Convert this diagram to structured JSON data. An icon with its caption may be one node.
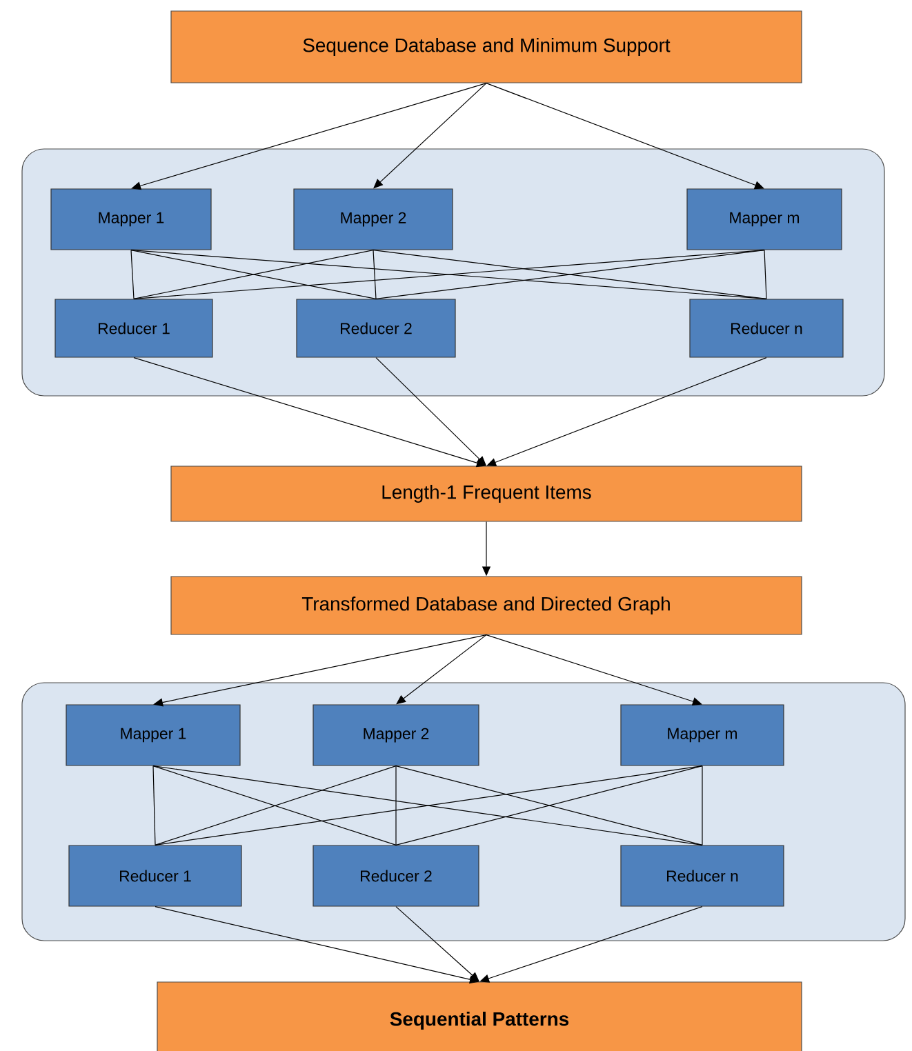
{
  "diagram": {
    "nodes": [
      {
        "text": [
          "Sequence Database and Minimum Support"
        ]
      },
      {
        "text": [],
        "shape": "box"
      },
      {
        "text": [
          "Mapper 1"
        ],
        "in": 1
      },
      {
        "text": [
          "Mapper 2"
        ],
        "in": 1
      },
      {
        "text": [
          "Mapper m"
        ],
        "in": 1
      },
      {
        "text": [
          "Reducer 1"
        ],
        "in": 1
      },
      {
        "text": [
          "Reducer 2"
        ],
        "in": 1
      },
      {
        "text": [
          "Reducer n"
        ],
        "in": 1
      },
      {
        "text": [
          "Length-1 Frequent Items"
        ]
      },
      {
        "text": [
          "Transformed Database and Directed Graph"
        ]
      },
      {
        "text": [],
        "shape": "box"
      },
      {
        "text": [
          "Mapper 1"
        ],
        "in": 10
      },
      {
        "text": [
          "Mapper 2"
        ],
        "in": 10
      },
      {
        "text": [
          "Mapper m"
        ],
        "in": 10
      },
      {
        "text": [
          "Reducer 1"
        ],
        "in": 10
      },
      {
        "text": [
          "Reducer 2"
        ],
        "in": 10
      },
      {
        "text": [
          "Reducer n"
        ],
        "in": 10
      },
      {
        "text": [
          "Sequential Patterns"
        ]
      }
    ],
    "edges": [
      {
        "from": 0,
        "to": 2,
        "arrow": "to"
      },
      {
        "from": 0,
        "to": 3,
        "arrow": "to"
      },
      {
        "from": 0,
        "to": 4,
        "arrow": "to"
      },
      {
        "from": 2,
        "to": 5,
        "arrow": "none"
      },
      {
        "from": 2,
        "to": 6,
        "arrow": "none"
      },
      {
        "from": 2,
        "to": 7,
        "arrow": "none"
      },
      {
        "from": 3,
        "to": 5,
        "arrow": "none"
      },
      {
        "from": 3,
        "to": 6,
        "arrow": "none"
      },
      {
        "from": 3,
        "to": 7,
        "arrow": "none"
      },
      {
        "from": 4,
        "to": 5,
        "arrow": "none"
      },
      {
        "from": 4,
        "to": 6,
        "arrow": "none"
      },
      {
        "from": 4,
        "to": 7,
        "arrow": "none"
      },
      {
        "from": 5,
        "to": 8,
        "arrow": "to"
      },
      {
        "from": 6,
        "to": 8,
        "arrow": "to"
      },
      {
        "from": 7,
        "to": 8,
        "arrow": "to"
      },
      {
        "from": 8,
        "to": 9,
        "arrow": "to"
      },
      {
        "from": 9,
        "to": 11,
        "arrow": "to"
      },
      {
        "from": 9,
        "to": 12,
        "arrow": "to"
      },
      {
        "from": 9,
        "to": 13,
        "arrow": "to"
      },
      {
        "from": 11,
        "to": 14,
        "arrow": "none"
      },
      {
        "from": 11,
        "to": 15,
        "arrow": "none"
      },
      {
        "from": 11,
        "to": 16,
        "arrow": "none"
      },
      {
        "from": 12,
        "to": 14,
        "arrow": "none"
      },
      {
        "from": 12,
        "to": 15,
        "arrow": "none"
      },
      {
        "from": 12,
        "to": 16,
        "arrow": "none"
      },
      {
        "from": 13,
        "to": 14,
        "arrow": "none"
      },
      {
        "from": 13,
        "to": 15,
        "arrow": "none"
      },
      {
        "from": 13,
        "to": 16,
        "arrow": "none"
      },
      {
        "from": 14,
        "to": 17,
        "arrow": "to"
      },
      {
        "from": 15,
        "to": 17,
        "arrow": "to"
      },
      {
        "from": 16,
        "to": 17,
        "arrow": "to"
      }
    ]
  }
}
